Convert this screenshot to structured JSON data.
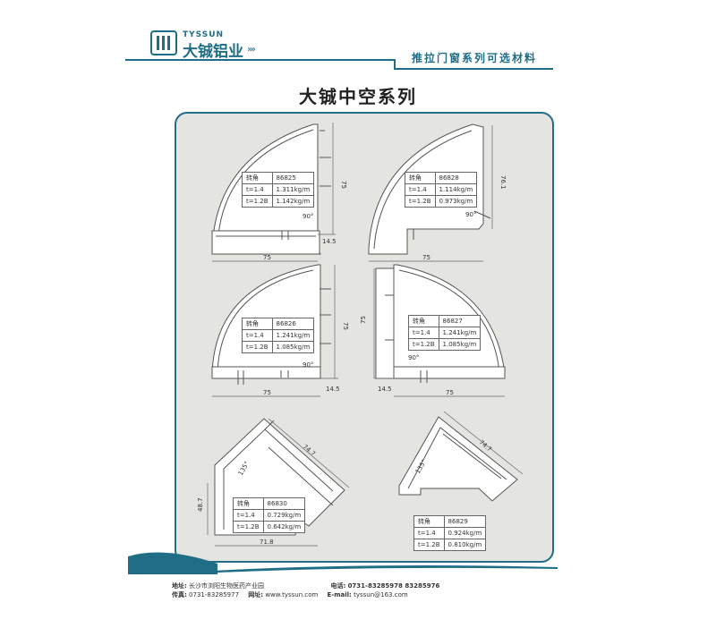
{
  "header": {
    "brand_en": "TYSSUN",
    "brand_cn": "大铖铝业",
    "subtitle": "推拉门窗系列可选材料"
  },
  "title": "大铖中空系列",
  "profiles": [
    {
      "code": "86825",
      "rows": [
        [
          "转角",
          "86825"
        ],
        [
          "t=1.4",
          "1.311kg/m"
        ],
        [
          "t=1.2B",
          "1.142kg/m"
        ]
      ],
      "dims": [
        "75",
        "75",
        "14.5"
      ],
      "angle": "90°"
    },
    {
      "code": "86828",
      "rows": [
        [
          "转角",
          "86828"
        ],
        [
          "t=1.4",
          "1.114kg/m"
        ],
        [
          "t=1.2B",
          "0.973kg/m"
        ]
      ],
      "dims": [
        "75",
        "76.1"
      ],
      "angle": "90°"
    },
    {
      "code": "86826",
      "rows": [
        [
          "转角",
          "86826"
        ],
        [
          "t=1.4",
          "1.241kg/m"
        ],
        [
          "t=1.2B",
          "1.085kg/m"
        ]
      ],
      "dims": [
        "75",
        "75",
        "14.5"
      ],
      "angle": "90°"
    },
    {
      "code": "86827",
      "rows": [
        [
          "转角",
          "86827"
        ],
        [
          "t=1.4",
          "1.241kg/m"
        ],
        [
          "t=1.2B",
          "1.085kg/m"
        ]
      ],
      "dims": [
        "75",
        "75",
        "14.5"
      ],
      "angle": "90°"
    },
    {
      "code": "86830",
      "rows": [
        [
          "转角",
          "86830"
        ],
        [
          "t=1.4",
          "0.729kg/m"
        ],
        [
          "t=1.2B",
          "0.642kg/m"
        ]
      ],
      "dims": [
        "74.7",
        "48.7",
        "71.8"
      ],
      "angle": "135°"
    },
    {
      "code": "86829",
      "rows": [
        [
          "转角",
          "86829"
        ],
        [
          "t=1.4",
          "0.924kg/m"
        ],
        [
          "t=1.2B",
          "0.810kg/m"
        ]
      ],
      "dims": [
        "74.7"
      ],
      "angle": "135°"
    }
  ],
  "footer": {
    "address_label": "地址:",
    "address": "长沙市浏阳生物医药产业园",
    "phone_label": "电话:",
    "phone": "0731-83285978  83285976",
    "fax_label": "传真:",
    "fax": "0731-83285977",
    "web_label": "网址:",
    "web": "www.tyssun.com",
    "email_label": "E-mail:",
    "email": "tyssun@163.com"
  },
  "colors": {
    "accent": "#1f6e86",
    "panel": "#e4e4e1"
  }
}
